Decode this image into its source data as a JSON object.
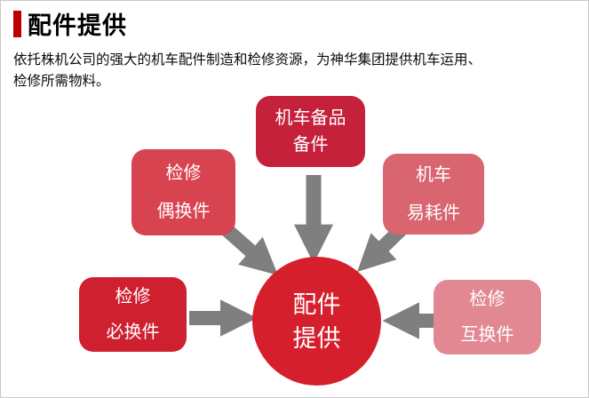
{
  "header": {
    "title": "配件提供",
    "accent_color": "#C00000"
  },
  "description": {
    "line1": "依托株机公司的强大的机车配件制造和检修资源，为神华集团提供机车运用、",
    "line2": "检修所需物料。"
  },
  "diagram": {
    "arrow_color": "#7F7F7F",
    "center": {
      "line1": "配件",
      "line2": "提供",
      "color": "#D61F2D"
    },
    "nodes": [
      {
        "id": "locomotive-spare-parts",
        "line1": "机车备品",
        "line2": "备件",
        "color": "#C5213B"
      },
      {
        "id": "overhaul-occasional-parts",
        "line1": "检修",
        "line2": "偶换件",
        "color": "#D84350"
      },
      {
        "id": "locomotive-consumables",
        "line1": "机车",
        "line2": "易耗件",
        "color": "#D96570"
      },
      {
        "id": "overhaul-mandatory-parts",
        "line1": "检修",
        "line2": "必换件",
        "color": "#CF202F"
      },
      {
        "id": "overhaul-interchangeable-parts",
        "line1": "检修",
        "line2": "互换件",
        "color": "#E18893"
      }
    ]
  }
}
